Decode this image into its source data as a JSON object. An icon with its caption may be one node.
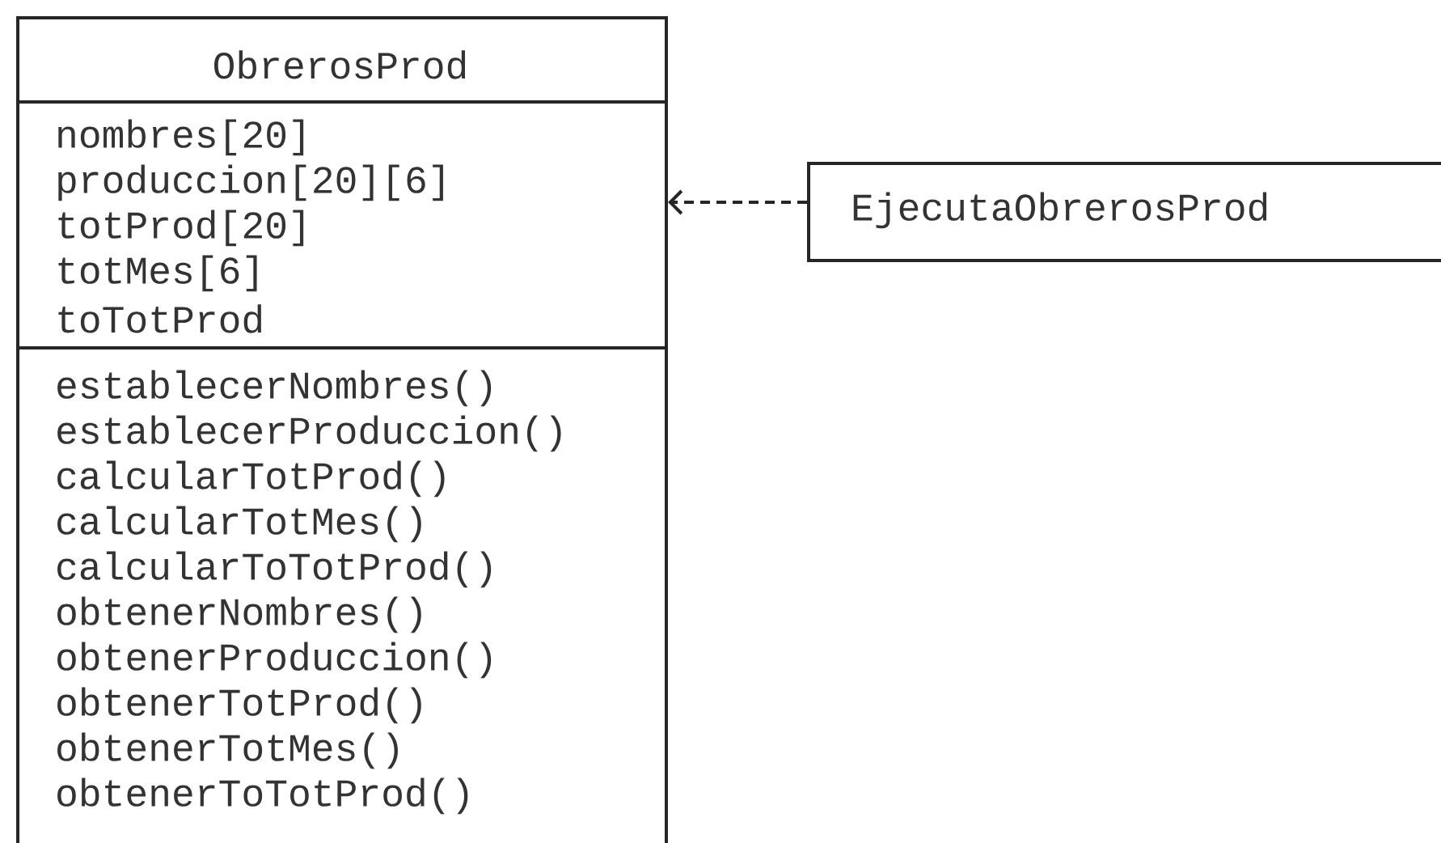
{
  "diagram": {
    "nodes": [
      {
        "text": [
          "ObrerosProd",
          "nombres[20]",
          "produccion[20][6]",
          "totProd[20]",
          "totMes[6]",
          "toTotProd",
          "establecerNombres()",
          "establecerProduccion()",
          "calcularTotProd()",
          "calcularTotMes()",
          "calcularToTotProd()",
          "obtenerNombres()",
          "obtenerProduccion()",
          "obtenerTotProd()",
          "obtenerTotMes()",
          "obtenerToTotProd()"
        ]
      },
      {
        "text": [
          "EjecutaObrerosProd"
        ]
      }
    ],
    "edges": [
      {
        "from": 1,
        "to": 0,
        "arrow": "to",
        "style": "dashed"
      }
    ]
  }
}
